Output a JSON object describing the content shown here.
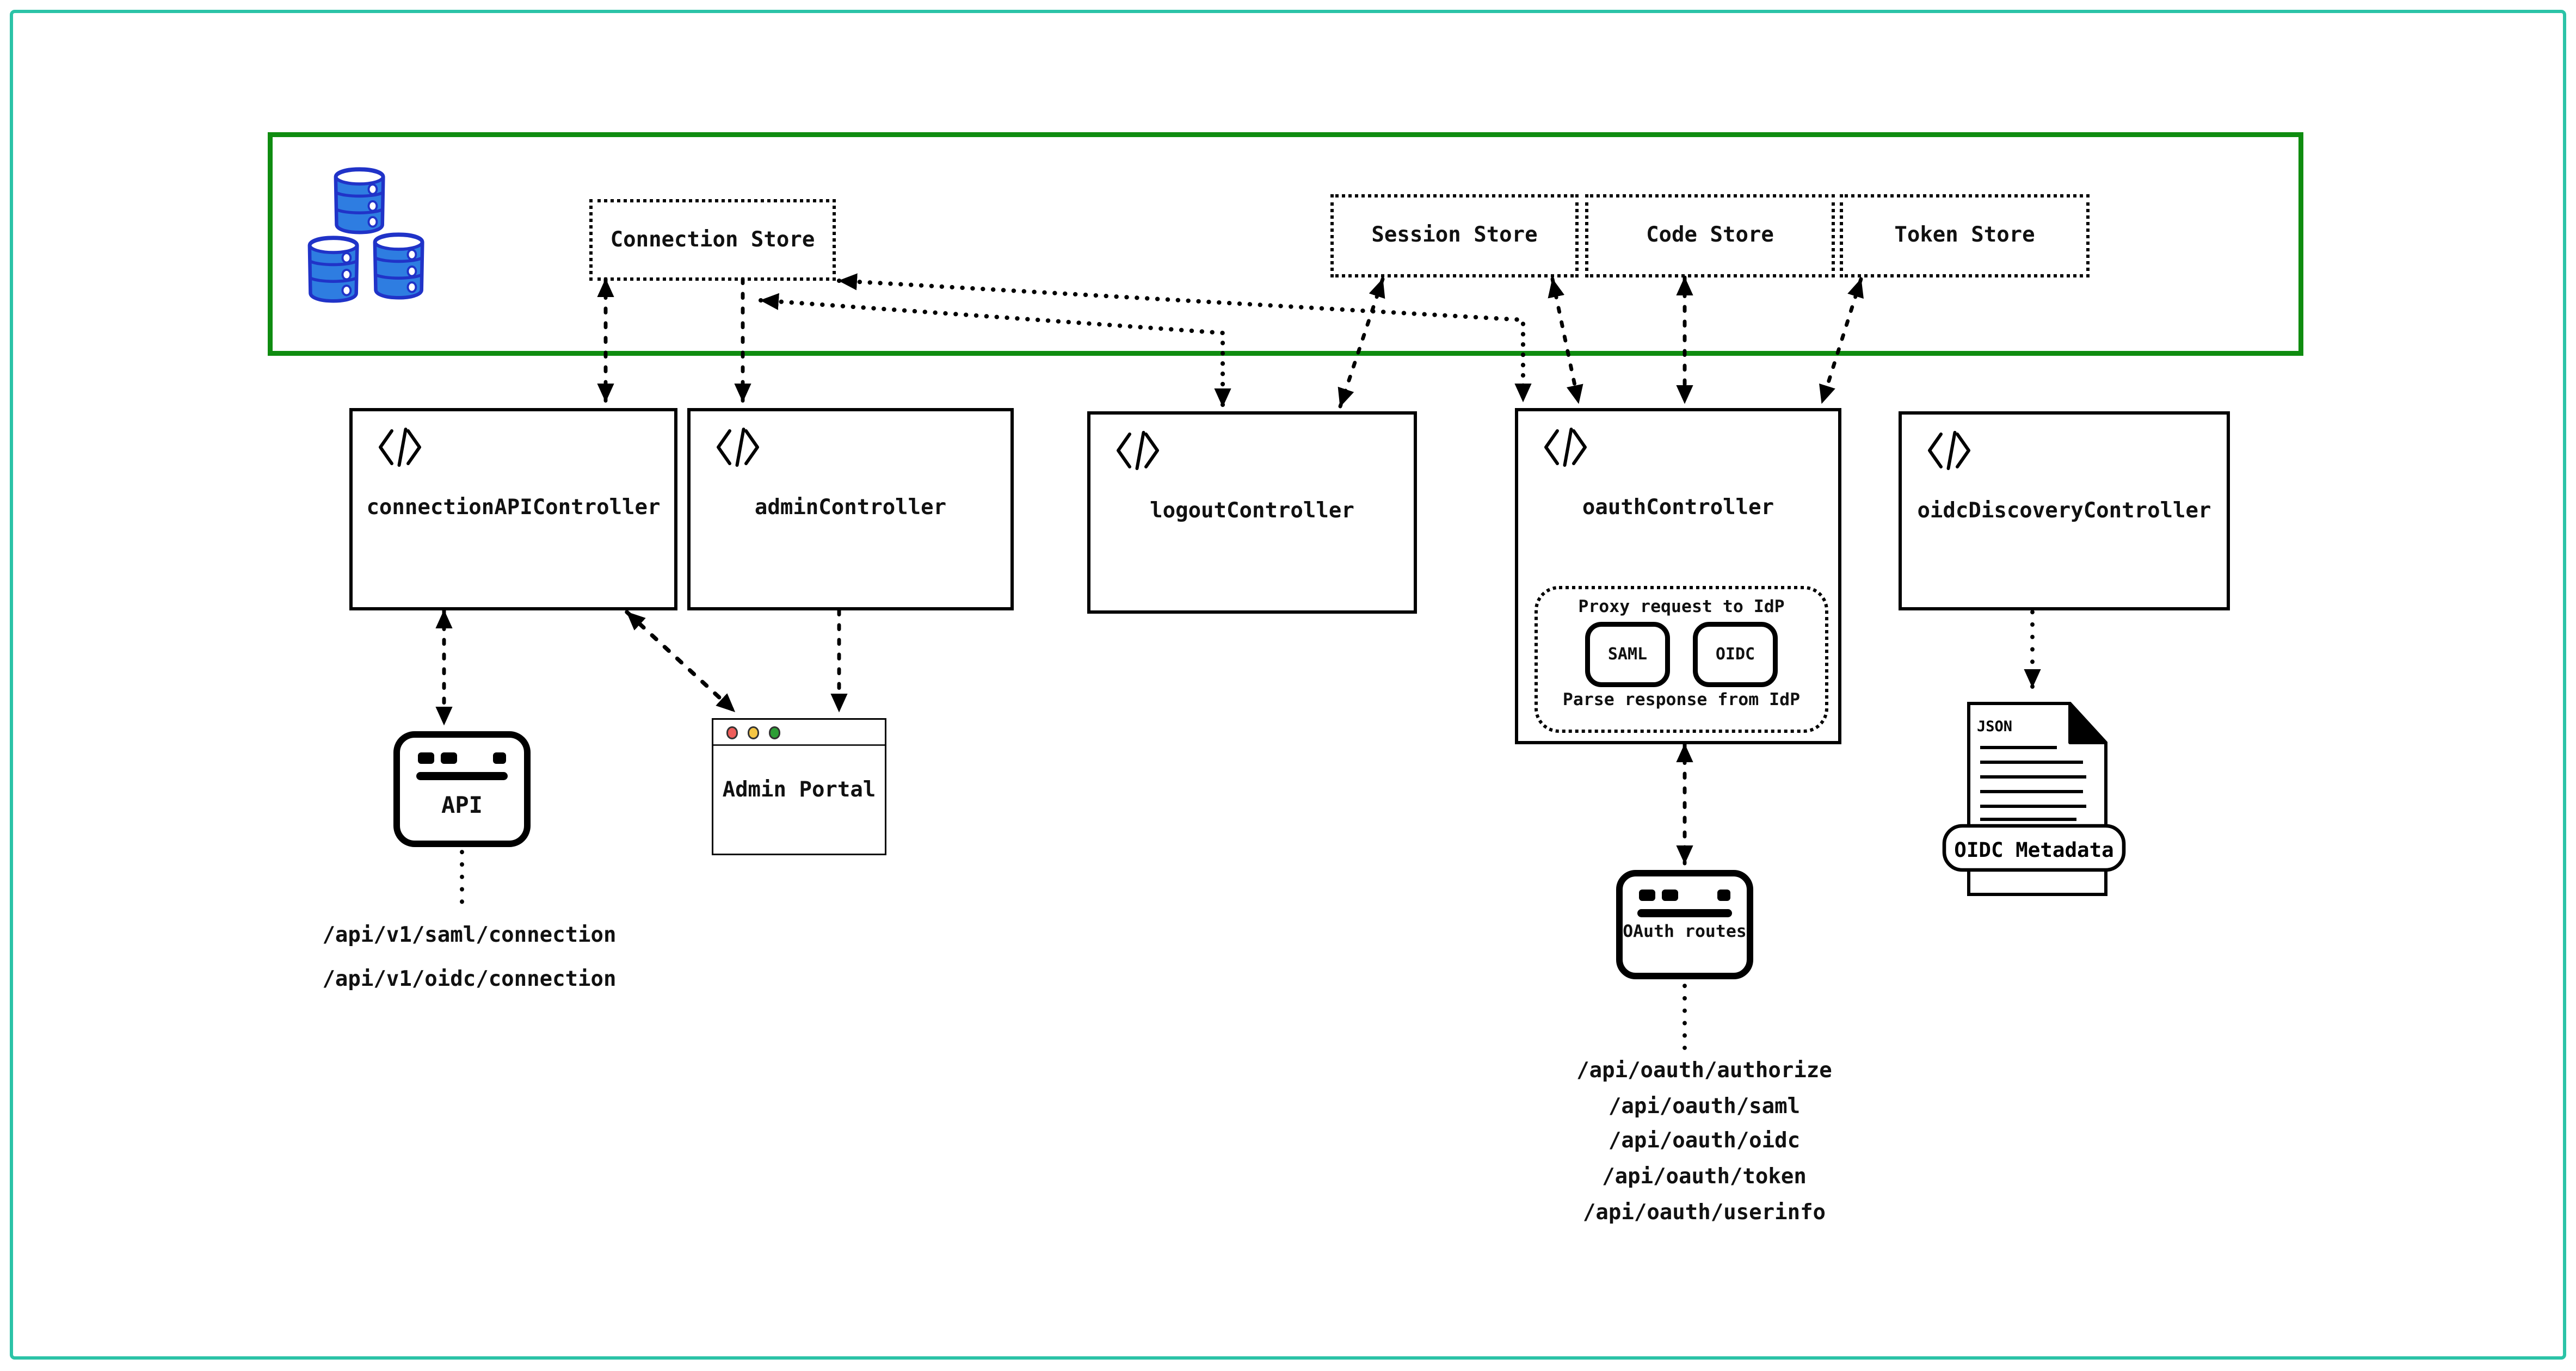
{
  "stores": {
    "connection": "Connection Store",
    "session": "Session Store",
    "code": "Code Store",
    "token": "Token Store"
  },
  "controllers": {
    "connection_api": "connectionAPIController",
    "admin": "adminController",
    "logout": "logoutController",
    "oauth": "oauthController",
    "oidc_discovery": "oidcDiscoveryController"
  },
  "oauth_internals": {
    "proxy_label": "Proxy request to IdP",
    "parse_label": "Parse response from IdP",
    "protocols": {
      "saml": "SAML",
      "oidc": "OIDC"
    }
  },
  "clients": {
    "api_window": "API",
    "admin_portal": "Admin Portal",
    "oauth_routes": "OAuth routes"
  },
  "documents": {
    "json_doc_type": "JSON",
    "oidc_metadata": "OIDC Metadata"
  },
  "routes": {
    "connection_api": [
      "/api/v1/saml/connection",
      "/api/v1/oidc/connection"
    ],
    "oauth": [
      "/api/oauth/authorize",
      "/api/oauth/saml",
      "/api/oauth/oidc",
      "/api/oauth/token",
      "/api/oauth/userinfo"
    ]
  },
  "icons": {
    "databases": "database-stack-icon",
    "code": "code-slash-icon",
    "app_window": "browser-window-icon",
    "traffic_lights": "traffic-lights-icon",
    "json_document": "json-document-icon"
  },
  "colors": {
    "frame_teal": "#2bc3a7",
    "store_band_green": "#0f8c10",
    "db_fill_blue": "#2e7de1",
    "db_outline_blue": "#2033c8",
    "traffic_red": "#ee5d5a",
    "traffic_yellow": "#f5c643",
    "traffic_green": "#2d9e36",
    "line_black": "#000000"
  }
}
